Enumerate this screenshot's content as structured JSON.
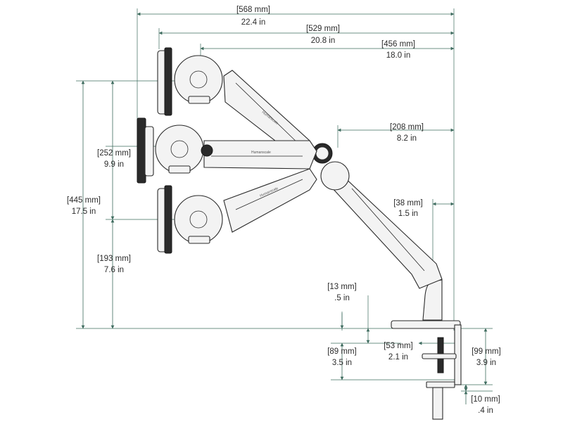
{
  "colors": {
    "dimension_line": "#3d6b5e",
    "text": "#2b2b2b",
    "part_outline": "#2a2a2a",
    "part_fill": "#f3f3f3"
  },
  "dimensions": {
    "overall_width": {
      "mm": "[568 mm]",
      "in": "22.4 in"
    },
    "width_mid": {
      "mm": "[529 mm]",
      "in": "20.8 in"
    },
    "width_min": {
      "mm": "[456 mm]",
      "in": "18.0 in"
    },
    "arm_reach": {
      "mm": "[208 mm]",
      "in": "8.2 in"
    },
    "height_range": {
      "mm": "[252 mm]",
      "in": "9.9 in"
    },
    "overall_height": {
      "mm": "[445 mm]",
      "in": "17.5 in"
    },
    "min_height": {
      "mm": "[193 mm]",
      "in": "7.6 in"
    },
    "pole_offset": {
      "mm": "[38 mm]",
      "in": "1.5 in"
    },
    "base_height": {
      "mm": "[13 mm]",
      "in": ".5 in"
    },
    "clamp_depth": {
      "mm": "[89 mm]",
      "in": "3.5 in"
    },
    "clamp_width": {
      "mm": "[53 mm]",
      "in": "2.1 in"
    },
    "clamp_max": {
      "mm": "[99 mm]",
      "in": "3.9 in"
    },
    "clamp_min": {
      "mm": "[10 mm]",
      "in": ".4 in"
    }
  },
  "branding": {
    "arm_logo_top": "Humanscale",
    "arm_logo_mid": "Humanscale",
    "arm_logo_low": "Humanscale"
  }
}
